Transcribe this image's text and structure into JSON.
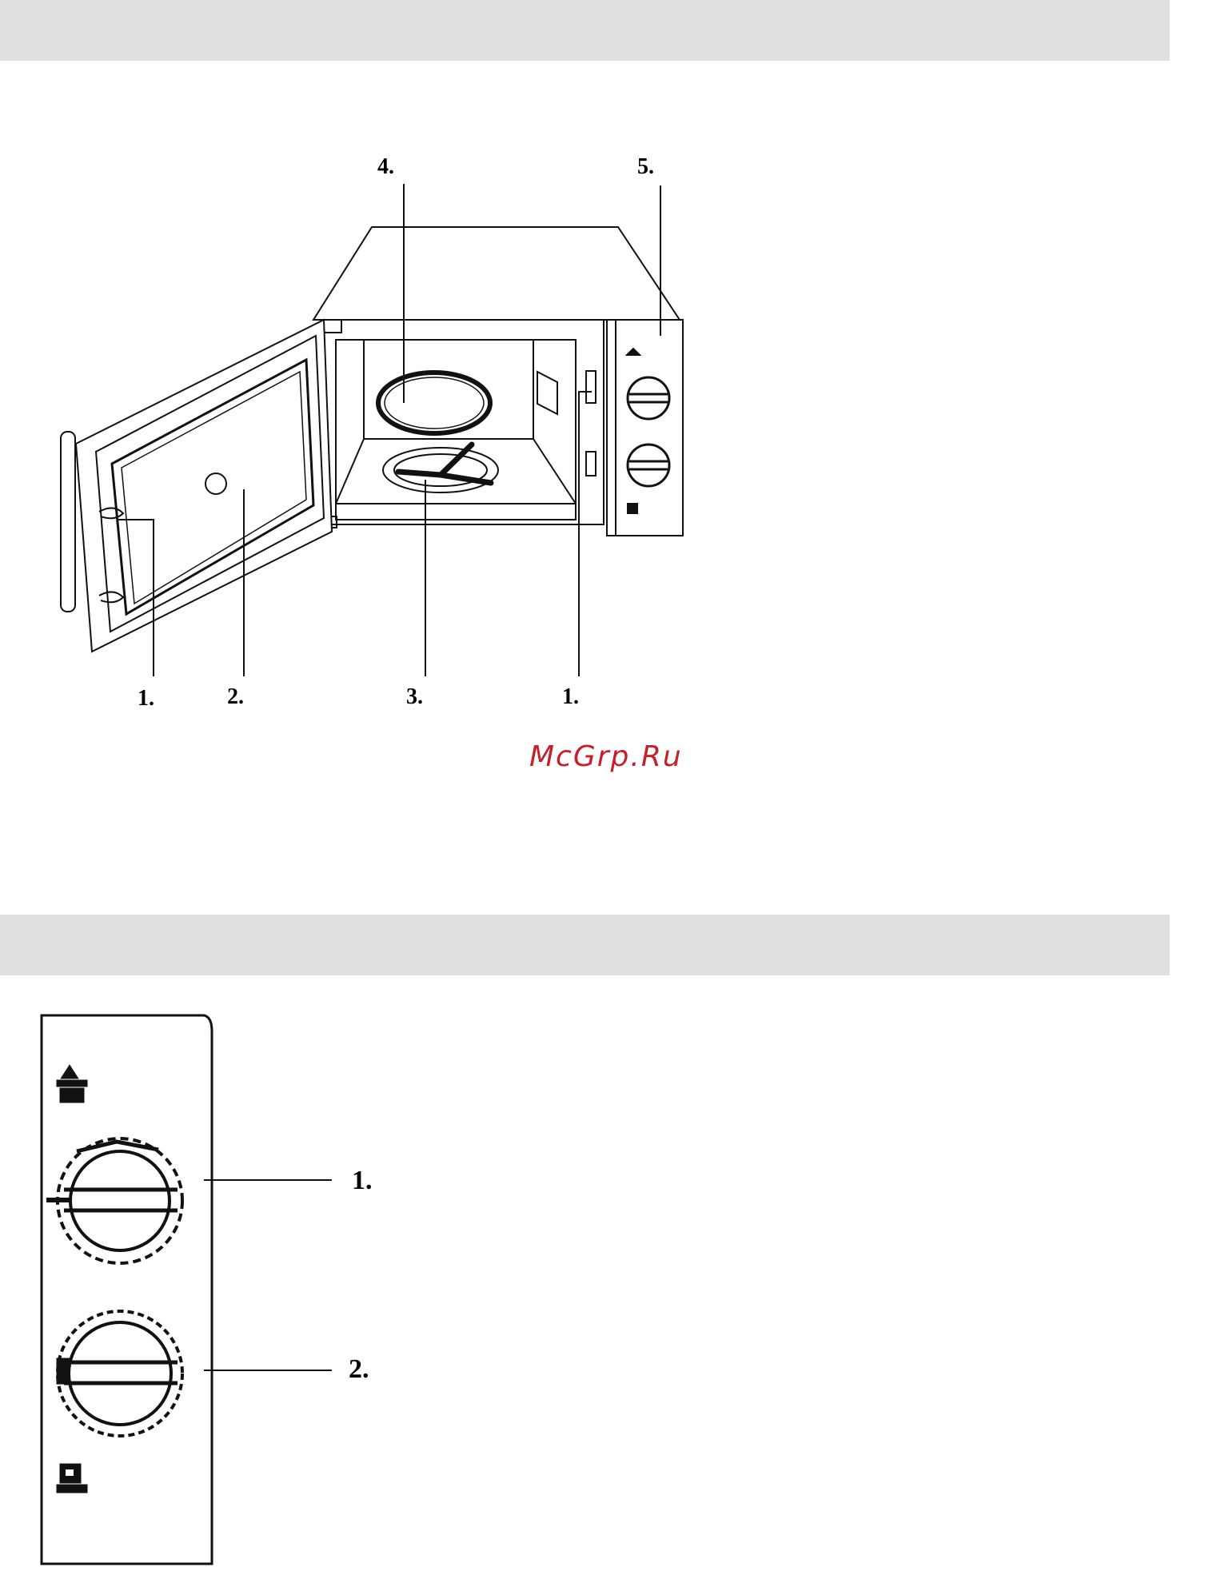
{
  "colors": {
    "band": "#e0e0e0",
    "ink": "#111111",
    "watermark": "#c8202a"
  },
  "figure_top": {
    "callouts": {
      "door_latch_left": "1.",
      "door_window": "2.",
      "turntable_ring": "3.",
      "door_latch_right": "1.",
      "turntable_plate": "4.",
      "control_panel": "5."
    }
  },
  "figure_bottom": {
    "callouts": {
      "power_knob": "1.",
      "timer_knob": "2."
    }
  },
  "watermark": {
    "text": "McGrp.Ru",
    "role": "watermark"
  }
}
